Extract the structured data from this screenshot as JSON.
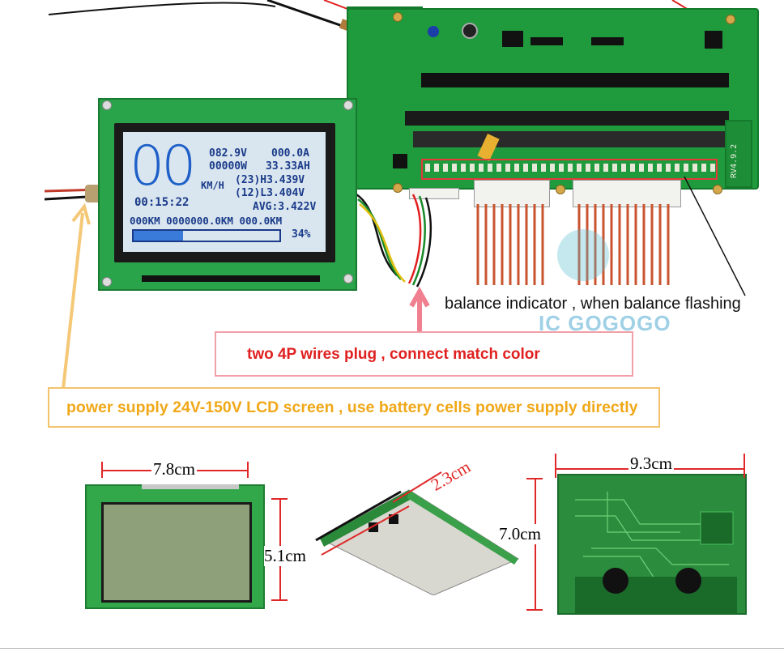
{
  "lcd_display": {
    "speed": "00",
    "voltage": "082.9V",
    "current": "000.0A",
    "power": "00000W",
    "capacity": "33.33AH",
    "unit_speed": "KM/H",
    "cell_hi": "(23)H3.439V",
    "cell_lo": "(12)L3.404V",
    "avg": "AVG:3.422V",
    "time": "00:15:22",
    "odo_row": "000KM  0000000.0KM 000.0KM",
    "battery_pct": "34%",
    "battery_level": 0.34
  },
  "pcb_silkscreen": "RV4.9.2",
  "annotations": {
    "balance": "balance indicator , when balance flashing",
    "wires": "two 4P wires plug , connect match color",
    "power": "power supply 24V-150V LCD screen , use battery cells power supply directly"
  },
  "watermark": "IC GOGOGO",
  "dimensions": {
    "lcd_width": "7.8cm",
    "lcd_height": "5.1cm",
    "board_thickness": "2.3cm",
    "board_height": "7.0cm",
    "board_width": "9.3cm"
  },
  "colors": {
    "pcb_green": "#1f9a3c",
    "annotation_red": "#e43b3b",
    "annotation_orange": "#f3c26a",
    "lcd_blue": "#1e5fc8"
  }
}
